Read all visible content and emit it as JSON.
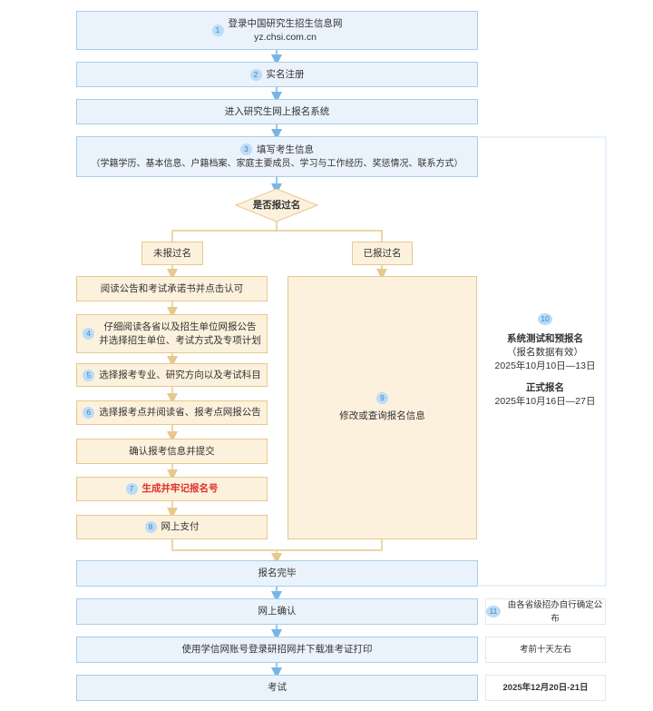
{
  "steps": {
    "s1": {
      "num": "1",
      "title": "登录中国研究生招生信息网",
      "url": "yz.chsi.com.cn"
    },
    "s2": {
      "num": "2",
      "label": "实名注册"
    },
    "s_enter": {
      "label": "进入研究生网上报名系统"
    },
    "s3": {
      "num": "3",
      "title": "填写考生信息",
      "detail": "（学籍学历、基本信息、户籍档案、家庭主要成员、学习与工作经历、奖惩情况、联系方式）"
    },
    "decision": {
      "label": "是否报过名"
    },
    "not_registered": {
      "label": "未报过名"
    },
    "registered": {
      "label": "已报过名"
    },
    "read_notice": {
      "label": "阅读公告和考试承诺书并点击认可"
    },
    "s4": {
      "num": "4",
      "line1": "仔细阅读各省以及招生单位网报公告",
      "line2": "并选择招生单位、考试方式及专项计划"
    },
    "s5": {
      "num": "5",
      "label": "选择报考专业、研究方向以及考试科目"
    },
    "s6": {
      "num": "6",
      "label": "选择报考点并阅读省、报考点网报公告"
    },
    "confirm": {
      "label": "确认报考信息并提交"
    },
    "s7": {
      "num": "7",
      "label": "生成并牢记报名号"
    },
    "s8": {
      "num": "8",
      "label": "网上支付"
    },
    "s9": {
      "num": "9",
      "label": "修改或查询报名信息"
    },
    "complete": {
      "label": "报名完毕"
    },
    "online_confirm": {
      "label": "网上确认"
    },
    "print_ticket": {
      "label": "使用学信网账号登录研招网并下载准考证打印"
    },
    "exam": {
      "label": "考试"
    }
  },
  "side": {
    "s10": {
      "num": "10",
      "title1": "系统测试和预报名",
      "note1": "（报名数据有效）",
      "date1": "2025年10月10日—13日",
      "title2": "正式报名",
      "date2": "2025年10月16日—27日"
    },
    "s11": {
      "num": "11",
      "label": "由各省级招办自行确定公布"
    },
    "print_time": {
      "label": "考前十天左右"
    },
    "exam_date": {
      "label": "2025年12月20日-21日"
    }
  },
  "colors": {
    "blue_fill": "#eaf3fb",
    "blue_border": "#a9cdea",
    "cream_fill": "#fcf1dc",
    "cream_border": "#e7c98d",
    "arrow": "#78b5e6",
    "highlight": "#e0322c"
  }
}
